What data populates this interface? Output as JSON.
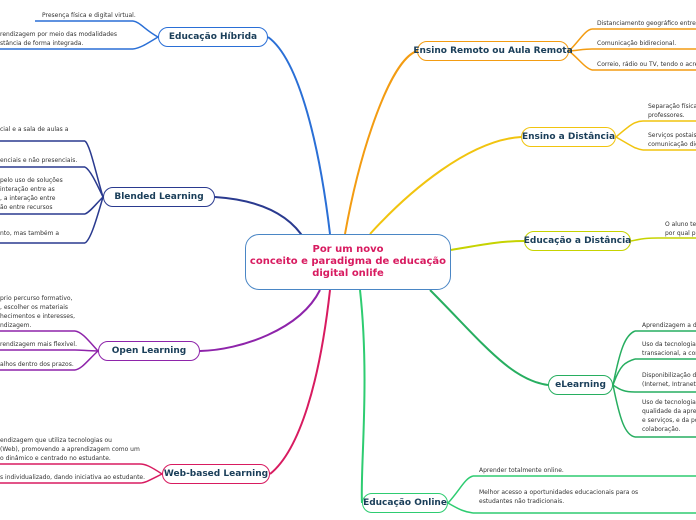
{
  "central": {
    "line1": "Por um novo",
    "line2": "conceito e paradigma de educação",
    "line3": "digital onlife"
  },
  "colors": {
    "central_border": "#4a86c5",
    "central_text": "#d81b60",
    "educacao_hibrida": "#2a6fd6",
    "blended": "#2a3a8f",
    "open": "#8e24aa",
    "web_based": "#d81b60",
    "ensino_remoto": "#f39c12",
    "ensino_distancia": "#f1c40f",
    "educacao_distancia": "#c6d300",
    "elearning": "#27ae60",
    "educacao_online": "#2ecc71"
  },
  "branches": {
    "educacao_hibrida": {
      "label": "Educação Híbrida",
      "leaves": [
        "Presença física e digital virtual.",
        "rendizagem por meio das modalidades\nstância de forma integrada."
      ]
    },
    "blended": {
      "label": "Blended Learning",
      "leaves": [
        "cial e a sala de aulas a",
        "enciais e não presenciais.",
        "pelo uso de soluções\ninteração entre as\n, a interação entre\não entre recursos",
        "nto, mas também a"
      ]
    },
    "open": {
      "label": "Open Learning",
      "leaves": [
        "prio percurso formativo,\n, escolher os materiais\nhecimentos e interesses,\nndizagem.",
        "rendizagem mais flexível.",
        "alhos dentro dos prazos."
      ]
    },
    "web_based": {
      "label": "Web-based Learning",
      "leaves": [
        "endizagem que utiliza tecnologias ou\n(Web), promovendo a aprendizagem como um\no dinâmico e centrado no estudante.",
        "s individualizado, dando iniciativa ao estudante."
      ]
    },
    "ensino_remoto": {
      "label": "Ensino Remoto ou Aula Remota",
      "leaves": [
        "Distanciamento geográfico entre p",
        "Comunicação bidirecional.",
        "Correio, rádio ou TV, tendo o acréscimo"
      ]
    },
    "ensino_distancia": {
      "label": "Ensino a Distância",
      "leaves": [
        "Separação física\nprofessores.",
        "Serviços postais,\ncomunicação dig"
      ]
    },
    "educacao_distancia": {
      "label": "Educação a Distância",
      "leaves": [
        "O aluno ter\npor qual pl"
      ]
    },
    "elearning": {
      "label": "eLearning",
      "leaves": [
        "Aprendizagem a dis",
        "Uso da tecnologia p\ntransacional, a com",
        "Disponibilização de\n(Internet, Intranet)",
        "Uso de tecnologias\nqualidade da apren\ne serviços, e da po\ncolaboração."
      ]
    },
    "educacao_online": {
      "label": "Educação Online",
      "leaves": [
        "Aprender totalmente online.",
        "Melhor acesso a oportunidades educacionais para os\nestudantes não tradicionais."
      ]
    }
  }
}
